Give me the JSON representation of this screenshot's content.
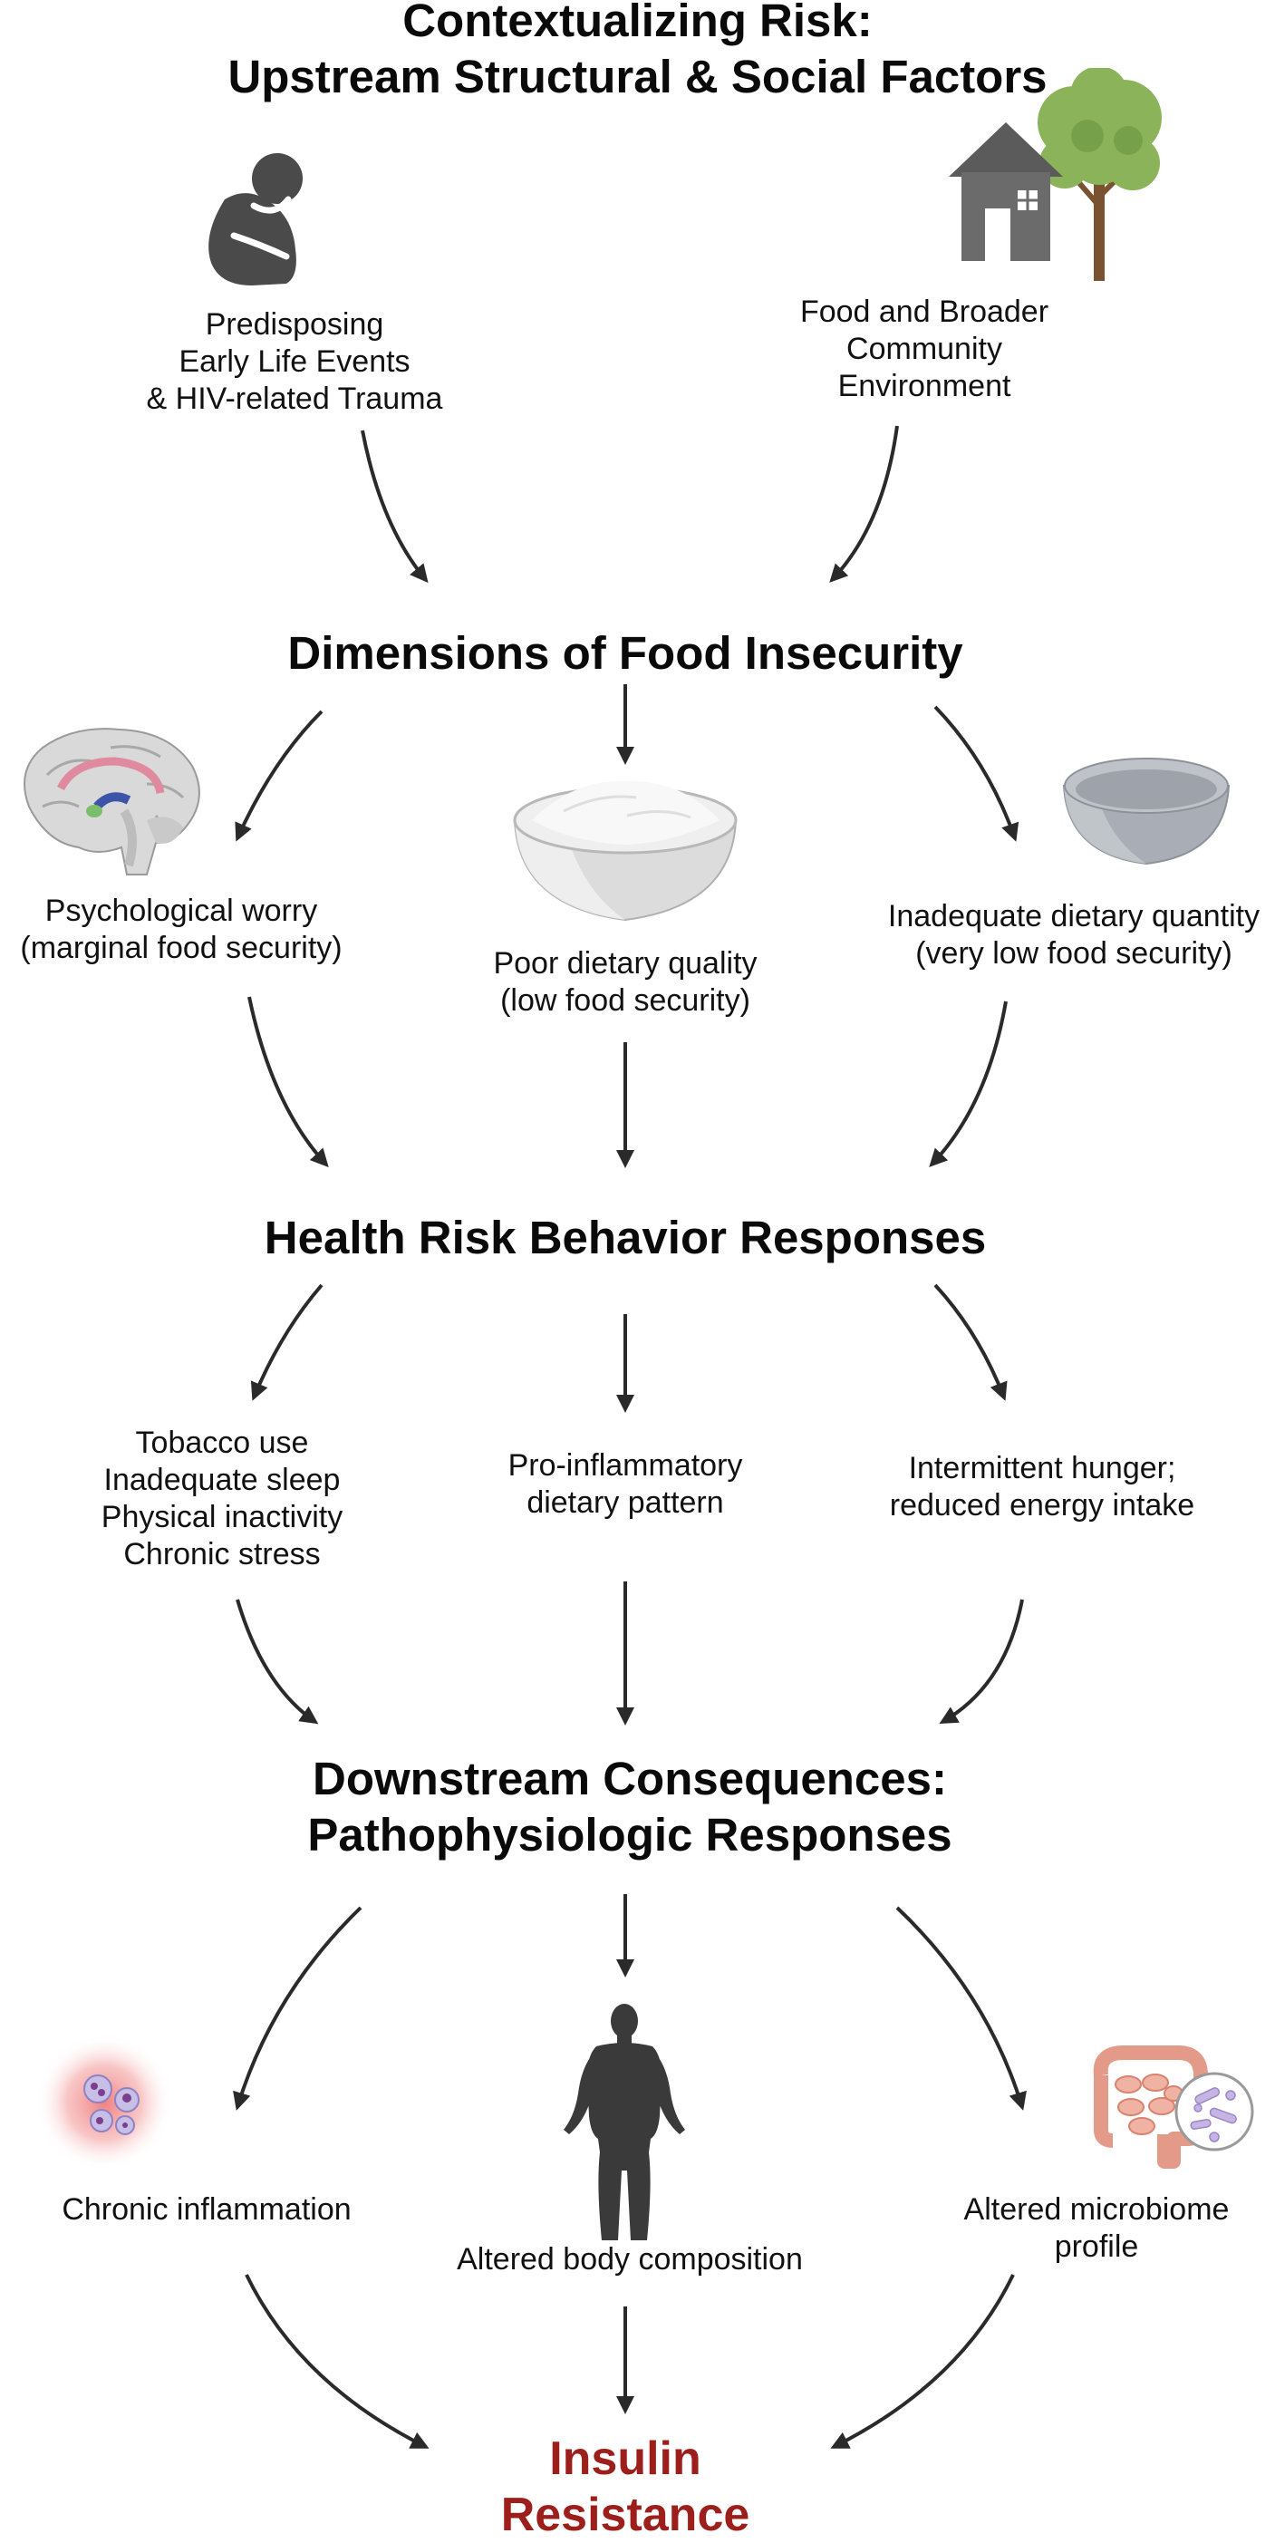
{
  "title": {
    "line1": "Contextualizing Risk:",
    "line2": "Upstream Structural & Social Factors"
  },
  "upstream": {
    "left": {
      "line1": "Predisposing",
      "line2": "Early Life Events",
      "line3": "& HIV-related Trauma",
      "icon": "distressed-person-icon"
    },
    "right": {
      "line1": "Food and Broader",
      "line2": "Community",
      "line3": "Environment",
      "icon": "house-and-tree-icon"
    }
  },
  "food_insecurity": {
    "heading": "Dimensions of Food Insecurity",
    "left": {
      "line1": "Psychological worry",
      "line2": "(marginal food security)",
      "icon": "brain-icon"
    },
    "center": {
      "line1": "Poor dietary quality",
      "line2": "(low food security)",
      "icon": "full-bowl-icon"
    },
    "right": {
      "line1": "Inadequate dietary quantity",
      "line2": "(very low food security)",
      "icon": "empty-bowl-icon"
    }
  },
  "behaviors": {
    "heading": "Health Risk Behavior Responses",
    "left": {
      "line1": "Tobacco use",
      "line2": "Inadequate sleep",
      "line3": "Physical inactivity",
      "line4": "Chronic stress"
    },
    "center": {
      "line1": "Pro-inflammatory",
      "line2": "dietary pattern"
    },
    "right": {
      "line1": "Intermittent hunger;",
      "line2": "reduced energy intake"
    }
  },
  "downstream": {
    "heading_line1": "Downstream Consequences:",
    "heading_line2": "Pathophysiologic Responses",
    "left": {
      "line1": "Chronic inflammation",
      "icon": "inflammation-cells-icon"
    },
    "center": {
      "line1": "Altered body composition",
      "icon": "human-body-icon"
    },
    "right": {
      "line1": "Altered microbiome",
      "line2": "profile",
      "icon": "gut-microbiome-icon"
    }
  },
  "outcome": {
    "line1": "Insulin",
    "line2": "Resistance"
  },
  "colors": {
    "arrow": "#2a2a2a",
    "outcome": "#9c1f1c",
    "icon_gray": "#4a4a4a"
  }
}
